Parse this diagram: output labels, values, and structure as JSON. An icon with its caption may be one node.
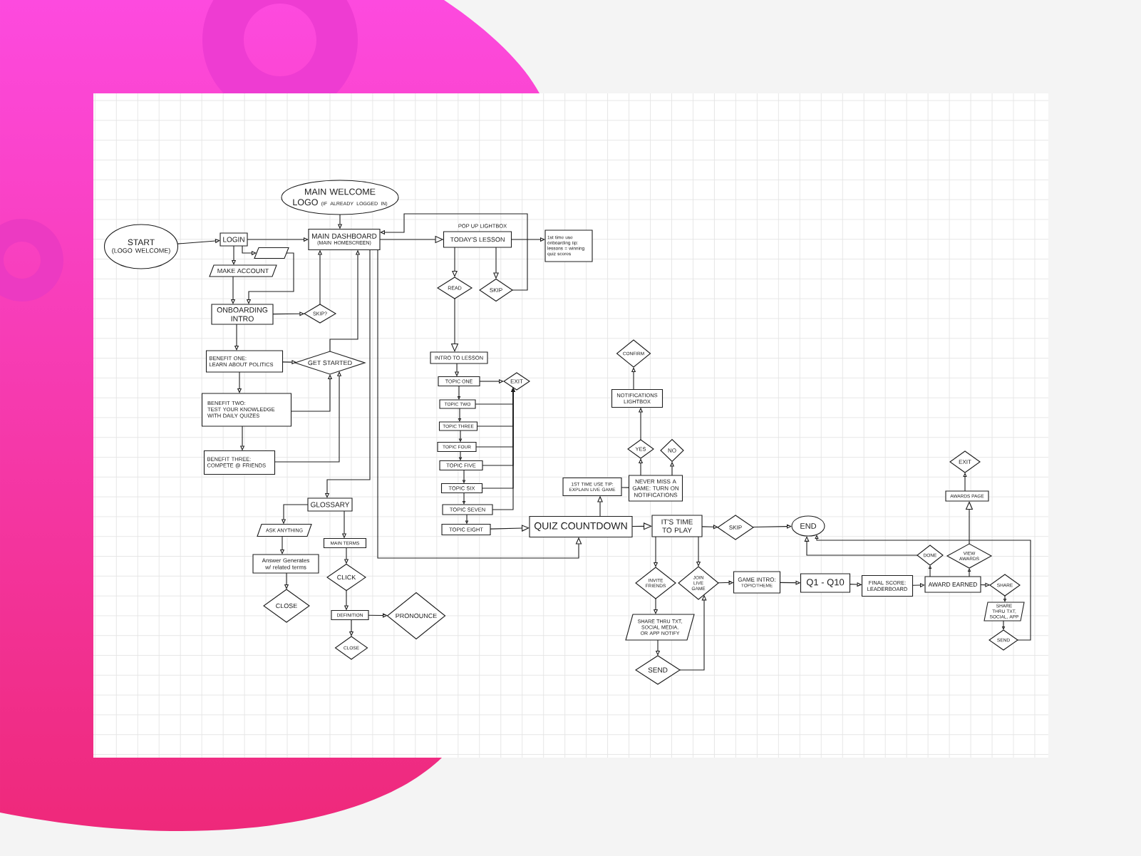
{
  "diagram": {
    "nodes": [
      {
        "text": [
          "START",
          "(LOGO WELCOME)"
        ]
      },
      {
        "text": [
          "MAIN WELCOME LOGO",
          "(IF ALREADY LOGGED IN)"
        ]
      },
      {
        "text": [
          "LOGIN"
        ]
      },
      {
        "text": [],
        "shape": "parallelogram"
      },
      {
        "text": [
          "MAKE ACCOUNT"
        ]
      },
      {
        "text": [
          "ONBOARDING INTRO"
        ]
      },
      {
        "text": [
          "SKIP?"
        ]
      },
      {
        "text": [
          "MAIN DASHBOARD",
          "(MAIN HOMESCREEN)"
        ]
      },
      {
        "text": [
          "BENEFIT ONE:",
          "LEARN ABOUT POLITICS"
        ]
      },
      {
        "text": [
          "GET STARTED"
        ]
      },
      {
        "text": [
          "BENEFIT TWO:",
          "TEST YOUR KNOWLEDGE WITH DAILY QUIZES"
        ]
      },
      {
        "text": [
          "BENEFIT THREE:",
          "COMPETE @ FRIENDS"
        ]
      },
      {
        "text": [
          "TODAY'S LESSON"
        ],
        "beside": [
          "POP UP LIGHTBOX"
        ]
      },
      {
        "text": [
          "1st time use onboarding tip: lessons = winning quiz scores"
        ]
      },
      {
        "text": [
          "READ"
        ]
      },
      {
        "text": [
          "SKIP"
        ]
      },
      {
        "text": [
          "INTRO TO LESSON"
        ]
      },
      {
        "text": [
          "TOPIC ONE"
        ]
      },
      {
        "text": [
          "EXIT"
        ]
      },
      {
        "text": [
          "TOPIC TWO"
        ]
      },
      {
        "text": [
          "TOPIC THREE"
        ]
      },
      {
        "text": [
          "TOPIC FOUR"
        ]
      },
      {
        "text": [
          "TOPIC FIVE"
        ]
      },
      {
        "text": [
          "TOPIC SIX"
        ]
      },
      {
        "text": [
          "TOPIC SEVEN"
        ]
      },
      {
        "text": [
          "TOPIC EIGHT"
        ]
      },
      {
        "text": [
          "GLOSSARY"
        ]
      },
      {
        "text": [
          "ASK ANYTHING"
        ]
      },
      {
        "text": [
          "MAIN TERMS"
        ]
      },
      {
        "text": [
          "Answer Generates w/ related terms"
        ]
      },
      {
        "text": [
          "CLICK"
        ]
      },
      {
        "text": [
          "CLOSE"
        ]
      },
      {
        "text": [
          "DEFINITION"
        ]
      },
      {
        "text": [
          "PRONOUNCE"
        ]
      },
      {
        "text": [
          "CLOSE"
        ]
      },
      {
        "text": [
          "CONFIRM"
        ]
      },
      {
        "text": [
          "NOTIFICATIONS LIGHTBOX"
        ]
      },
      {
        "text": [
          "YES"
        ]
      },
      {
        "text": [
          "NO"
        ]
      },
      {
        "text": [
          "1ST TIME USE TIP: EXPLAIN LIVE GAME"
        ]
      },
      {
        "text": [
          "NEVER MISS A GAME: TURN ON NOTIFICATIONS"
        ]
      },
      {
        "text": [
          "QUIZ COUNTDOWN"
        ]
      },
      {
        "text": [
          "IT'S TIME TO PLAY"
        ]
      },
      {
        "text": [
          "SKIP"
        ]
      },
      {
        "text": [
          "END"
        ]
      },
      {
        "text": [
          "INVITE FRIENDS"
        ]
      },
      {
        "text": [
          "JOIN LIVE GAME"
        ]
      },
      {
        "text": [
          "GAME INTRO:",
          "TOPIC/THEME"
        ]
      },
      {
        "text": [
          "Q1 - Q10"
        ]
      },
      {
        "text": [
          "FINAL SCORE: LEADERBOARD"
        ]
      },
      {
        "text": [
          "AWARD EARNED"
        ]
      },
      {
        "text": [
          "SHARE"
        ]
      },
      {
        "text": [
          "SHARE THRU TXT, SOCIAL, APP"
        ]
      },
      {
        "text": [
          "SHARE THRU TXT, SOCIAL MEDIA, OR APP NOTIFY"
        ]
      },
      {
        "text": [
          "SEND"
        ]
      },
      {
        "text": [
          "SEND"
        ]
      },
      {
        "text": [
          "DONE"
        ]
      },
      {
        "text": [
          "VIEW AWARDS"
        ]
      },
      {
        "text": [
          "AWARDS PAGE"
        ]
      },
      {
        "text": [
          "EXIT"
        ]
      }
    ],
    "edges": [
      {
        "from": 0,
        "to": 2,
        "arrow": "to"
      },
      {
        "from": 1,
        "to": 7,
        "arrow": "to"
      },
      {
        "from": 2,
        "to": 7,
        "arrow": "to"
      },
      {
        "from": 2,
        "to": 4,
        "arrow": "to"
      },
      {
        "from": 2,
        "to": 3,
        "arrow": "to"
      },
      {
        "from": 3,
        "to": 5,
        "arrow": "to"
      },
      {
        "from": 4,
        "to": 5,
        "arrow": "to"
      },
      {
        "from": 5,
        "to": 6,
        "arrow": "to"
      },
      {
        "from": 6,
        "to": 7,
        "arrow": "to"
      },
      {
        "from": 5,
        "to": 8,
        "arrow": "to"
      },
      {
        "from": 8,
        "to": 9,
        "arrow": "to"
      },
      {
        "from": 9,
        "to": 7,
        "arrow": "to"
      },
      {
        "from": 8,
        "to": 10,
        "arrow": "to"
      },
      {
        "from": 10,
        "to": 9,
        "arrow": "to"
      },
      {
        "from": 10,
        "to": 11,
        "arrow": "to"
      },
      {
        "from": 11,
        "to": 9,
        "arrow": "to"
      },
      {
        "from": 7,
        "to": 12,
        "arrow": "to"
      },
      {
        "from": 12,
        "to": 13,
        "arrow": "to"
      },
      {
        "from": 12,
        "to": 14,
        "arrow": "to"
      },
      {
        "from": 12,
        "to": 15,
        "arrow": "to"
      },
      {
        "from": 15,
        "to": 7,
        "arrow": "to"
      },
      {
        "from": 14,
        "to": 16,
        "arrow": "to"
      },
      {
        "from": 16,
        "to": 17,
        "arrow": "to"
      },
      {
        "from": 17,
        "to": 18,
        "arrow": "to"
      },
      {
        "from": 17,
        "to": 19,
        "arrow": "to"
      },
      {
        "from": 19,
        "to": 20,
        "arrow": "to"
      },
      {
        "from": 20,
        "to": 21,
        "arrow": "to"
      },
      {
        "from": 21,
        "to": 22,
        "arrow": "to"
      },
      {
        "from": 22,
        "to": 23,
        "arrow": "to"
      },
      {
        "from": 23,
        "to": 24,
        "arrow": "to"
      },
      {
        "from": 24,
        "to": 25,
        "arrow": "to"
      },
      {
        "from": 19,
        "to": 18,
        "arrow": "to"
      },
      {
        "from": 20,
        "to": 18,
        "arrow": "to"
      },
      {
        "from": 21,
        "to": 18,
        "arrow": "to"
      },
      {
        "from": 22,
        "to": 18,
        "arrow": "to"
      },
      {
        "from": 23,
        "to": 18,
        "arrow": "to"
      },
      {
        "from": 24,
        "to": 18,
        "arrow": "to"
      },
      {
        "from": 25,
        "to": 41,
        "arrow": "to"
      },
      {
        "from": 7,
        "to": 26,
        "arrow": "to"
      },
      {
        "from": 7,
        "to": 41,
        "arrow": "to"
      },
      {
        "from": 26,
        "to": 27,
        "arrow": "to"
      },
      {
        "from": 26,
        "to": 28,
        "arrow": "to"
      },
      {
        "from": 27,
        "to": 29,
        "arrow": "to"
      },
      {
        "from": 29,
        "to": 31,
        "arrow": "to"
      },
      {
        "from": 28,
        "to": 30,
        "arrow": "to"
      },
      {
        "from": 30,
        "to": 32,
        "arrow": "to"
      },
      {
        "from": 32,
        "to": 33,
        "arrow": "to"
      },
      {
        "from": 32,
        "to": 34,
        "arrow": "to"
      },
      {
        "from": 41,
        "to": 39,
        "arrow": "to"
      },
      {
        "from": 39,
        "to": 40,
        "arrow": "none"
      },
      {
        "from": 40,
        "to": 37,
        "arrow": "to"
      },
      {
        "from": 40,
        "to": 38,
        "arrow": "to"
      },
      {
        "from": 37,
        "to": 36,
        "arrow": "to"
      },
      {
        "from": 36,
        "to": 35,
        "arrow": "to"
      },
      {
        "from": 41,
        "to": 42,
        "arrow": "to"
      },
      {
        "from": 42,
        "to": 43,
        "arrow": "to"
      },
      {
        "from": 43,
        "to": 44,
        "arrow": "to"
      },
      {
        "from": 42,
        "to": 45,
        "arrow": "to"
      },
      {
        "from": 42,
        "to": 46,
        "arrow": "to"
      },
      {
        "from": 45,
        "to": 53,
        "arrow": "to"
      },
      {
        "from": 53,
        "to": 54,
        "arrow": "to"
      },
      {
        "from": 54,
        "to": 46,
        "arrow": "to"
      },
      {
        "from": 46,
        "to": 47,
        "arrow": "to"
      },
      {
        "from": 47,
        "to": 48,
        "arrow": "to"
      },
      {
        "from": 48,
        "to": 49,
        "arrow": "to"
      },
      {
        "from": 49,
        "to": 50,
        "arrow": "to"
      },
      {
        "from": 50,
        "to": 51,
        "arrow": "to"
      },
      {
        "from": 51,
        "to": 52,
        "arrow": "to"
      },
      {
        "from": 52,
        "to": 55,
        "arrow": "to"
      },
      {
        "from": 55,
        "to": 44,
        "arrow": "to"
      },
      {
        "from": 50,
        "to": 56,
        "arrow": "to"
      },
      {
        "from": 50,
        "to": 57,
        "arrow": "to"
      },
      {
        "from": 56,
        "to": 44,
        "arrow": "to"
      },
      {
        "from": 57,
        "to": 58,
        "arrow": "to"
      },
      {
        "from": 58,
        "to": 59,
        "arrow": "to"
      }
    ]
  }
}
